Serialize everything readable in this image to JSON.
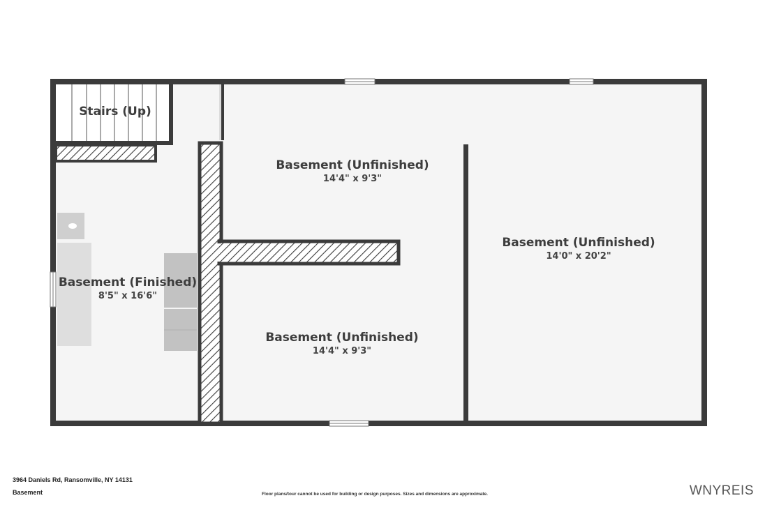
{
  "floor_plan": {
    "rooms": [
      {
        "id": "stairs",
        "name": "Stairs (Up)",
        "dimensions": ""
      },
      {
        "id": "finished",
        "name": "Basement (Finished)",
        "dimensions": "8'5\" x 16'6\""
      },
      {
        "id": "unfinished-top",
        "name": "Basement (Unfinished)",
        "dimensions": "14'4\" x 9'3\""
      },
      {
        "id": "unfinished-bottom",
        "name": "Basement (Unfinished)",
        "dimensions": "14'4\" x 9'3\""
      },
      {
        "id": "unfinished-right",
        "name": "Basement (Unfinished)",
        "dimensions": "14'0\" x 20'2\""
      }
    ],
    "colors": {
      "wall": "#3b3b3b",
      "floor": "#f5f5f5",
      "fixture": "#c8c8c8",
      "text": "#3d3d3d"
    }
  },
  "footer": {
    "address": "3964 Daniels Rd, Ransomville, NY 14131",
    "level": "Basement",
    "disclaimer": "Floor plans/tour cannot be used for building or design purposes. Sizes and dimensions are approximate.",
    "watermark": "WNYREIS"
  }
}
